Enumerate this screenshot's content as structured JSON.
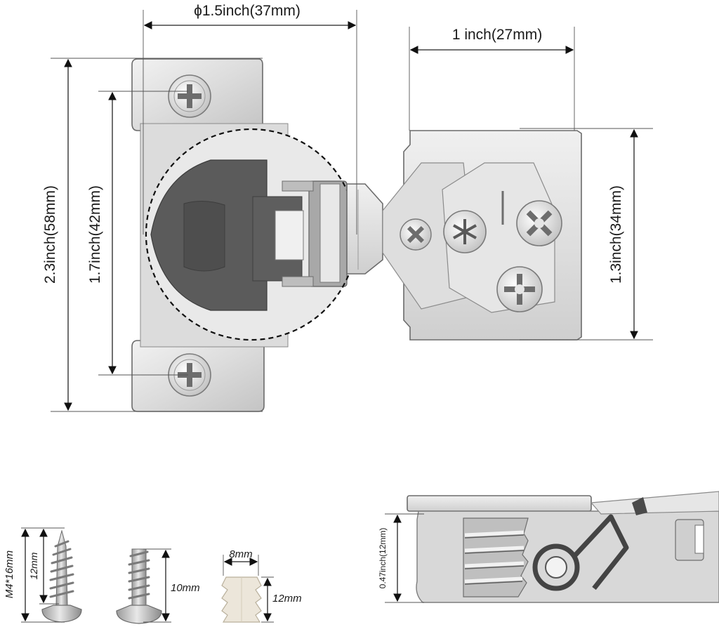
{
  "dimensions": {
    "cup_diameter": "ϕ1.5inch(37mm)",
    "plate_width": "1 inch(27mm)",
    "total_height": "2.3inch(58mm)",
    "screw_spacing": "1.7inch(42mm)",
    "plate_height": "1.3inch(34mm)",
    "side_thickness": "0.47inch(12mm)"
  },
  "hardware": {
    "wood_screw_size": "M4*16mm",
    "wood_screw_thread": "12mm",
    "machine_screw_length": "10mm",
    "dowel_diameter": "8mm",
    "dowel_length": "12mm"
  },
  "colors": {
    "metal": "#d9d9d9",
    "metal_dark": "#a9a9a9",
    "plastic_cup": "#5b5b5b",
    "dowel": "#ece6da"
  }
}
